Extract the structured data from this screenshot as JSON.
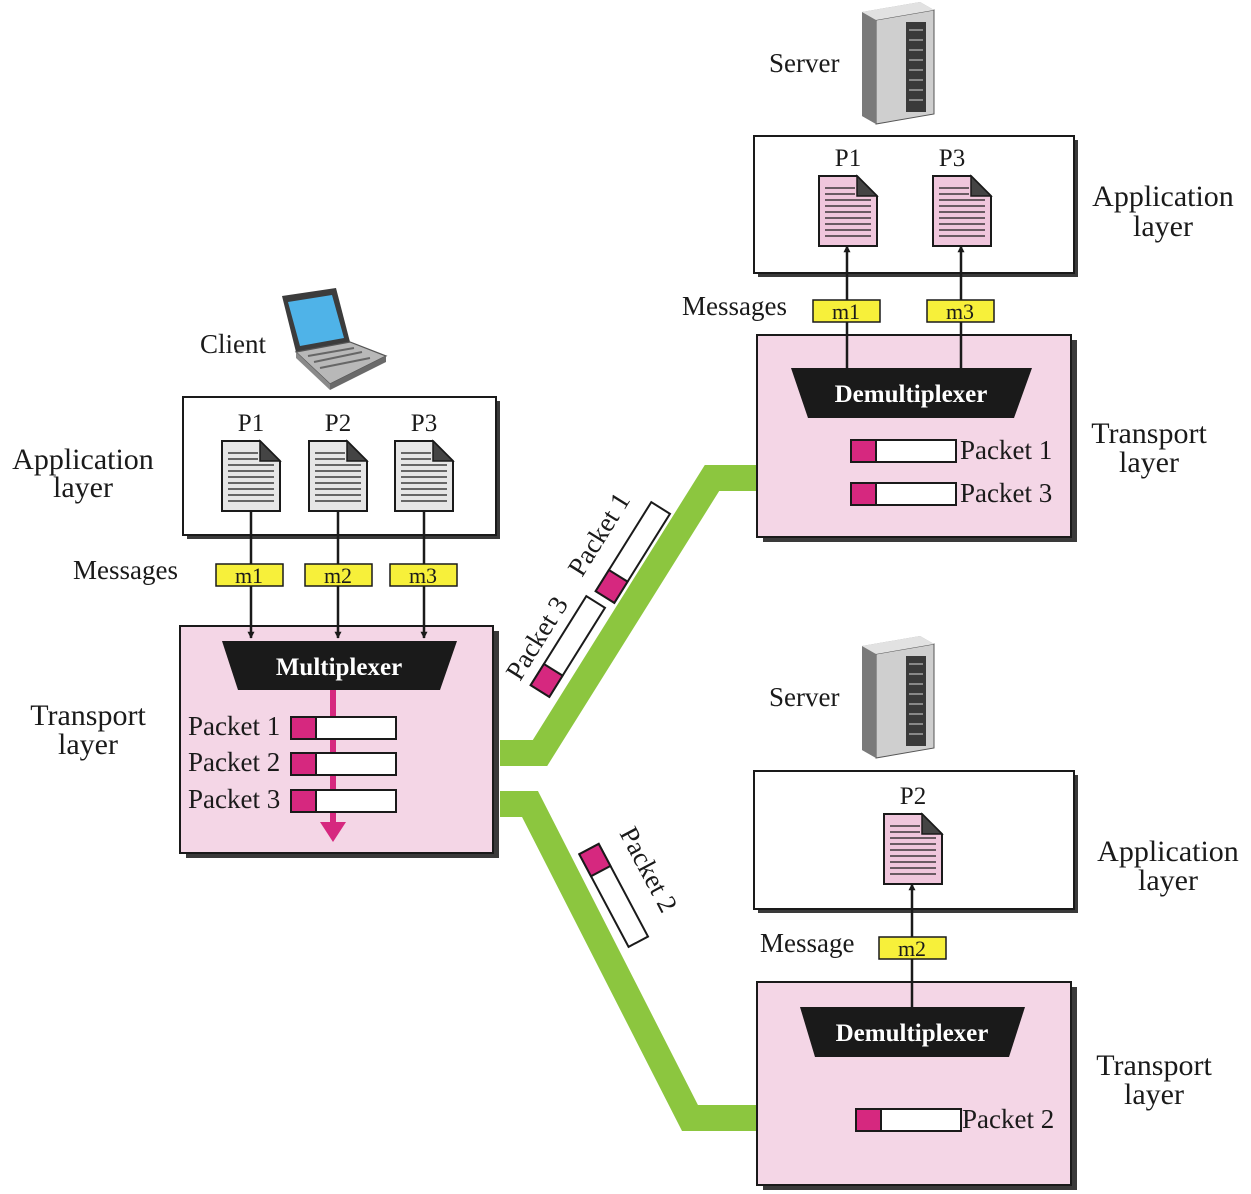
{
  "client": {
    "label": "Client",
    "app_layer_label": [
      "Application",
      "layer"
    ],
    "transport_layer_label": [
      "Transport",
      "layer"
    ],
    "processes": [
      "P1",
      "P2",
      "P3"
    ],
    "messages_label": "Messages",
    "messages": [
      "m1",
      "m2",
      "m3"
    ],
    "mux_label": "Multiplexer",
    "packets": [
      "Packet 1",
      "Packet 2",
      "Packet 3"
    ]
  },
  "server1": {
    "label": "Server",
    "app_layer_label": [
      "Application",
      "layer"
    ],
    "transport_layer_label": [
      "Transport",
      "layer"
    ],
    "processes": [
      "P1",
      "P3"
    ],
    "messages_label": "Messages",
    "messages": [
      "m1",
      "m3"
    ],
    "demux_label": "Demultiplexer",
    "packets": [
      "Packet 1",
      "Packet 3"
    ]
  },
  "server2": {
    "label": "Server",
    "app_layer_label": [
      "Application",
      "layer"
    ],
    "transport_layer_label": [
      "Transport",
      "layer"
    ],
    "processes": [
      "P2"
    ],
    "messages_label": "Message",
    "messages": [
      "m2"
    ],
    "demux_label": "Demultiplexer",
    "packets": [
      "Packet 2"
    ]
  },
  "in_transit": {
    "upper": [
      "Packet 1",
      "Packet 3"
    ],
    "lower": [
      "Packet 2"
    ]
  },
  "colors": {
    "transport_fill": "#f4d6e6",
    "link": "#8cc63f",
    "message_tag": "#f7f03a",
    "packet_header": "#d6287f",
    "doc_client": "#e6e6e6",
    "doc_server": "#f0c6dc",
    "laptop_screen": "#4fb3e8"
  }
}
